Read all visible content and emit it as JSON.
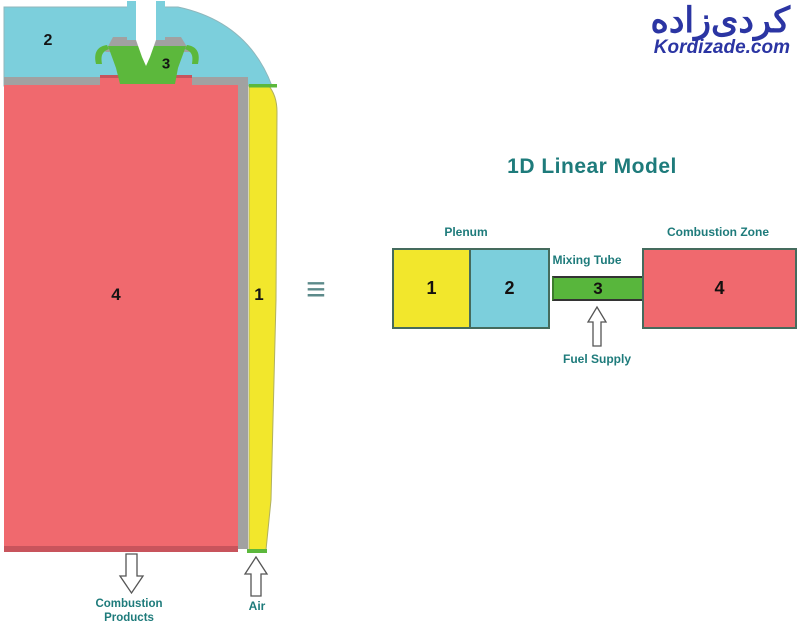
{
  "watermark": {
    "brand_fa": "کردی‌زاده",
    "brand_site": "Kordizade.com"
  },
  "left_diagram": {
    "num_air_passage": "1",
    "num_plenum": "2",
    "num_mixing": "3",
    "num_combustion": "4",
    "label_combustion_products": "Combustion Products",
    "label_air": "Air"
  },
  "equivalence_symbol": "≡",
  "right_diagram": {
    "title": "1D Linear Model",
    "label_plenum": "Plenum",
    "label_mixing_tube": "Mixing Tube",
    "label_combustion_zone": "Combustion Zone",
    "label_fuel_supply": "Fuel Supply",
    "num_1": "1",
    "num_2": "2",
    "num_3": "3",
    "num_4": "4"
  },
  "colors": {
    "plenum_cyan": "#7ccfdc",
    "combustion_red": "#f0696e",
    "air_yellow": "#f2e72c",
    "mixing_green": "#5cb83c",
    "liner_gray": "#a1a1a1",
    "label_teal": "#1e7b7b",
    "watermark_blue": "#2b35a3"
  }
}
